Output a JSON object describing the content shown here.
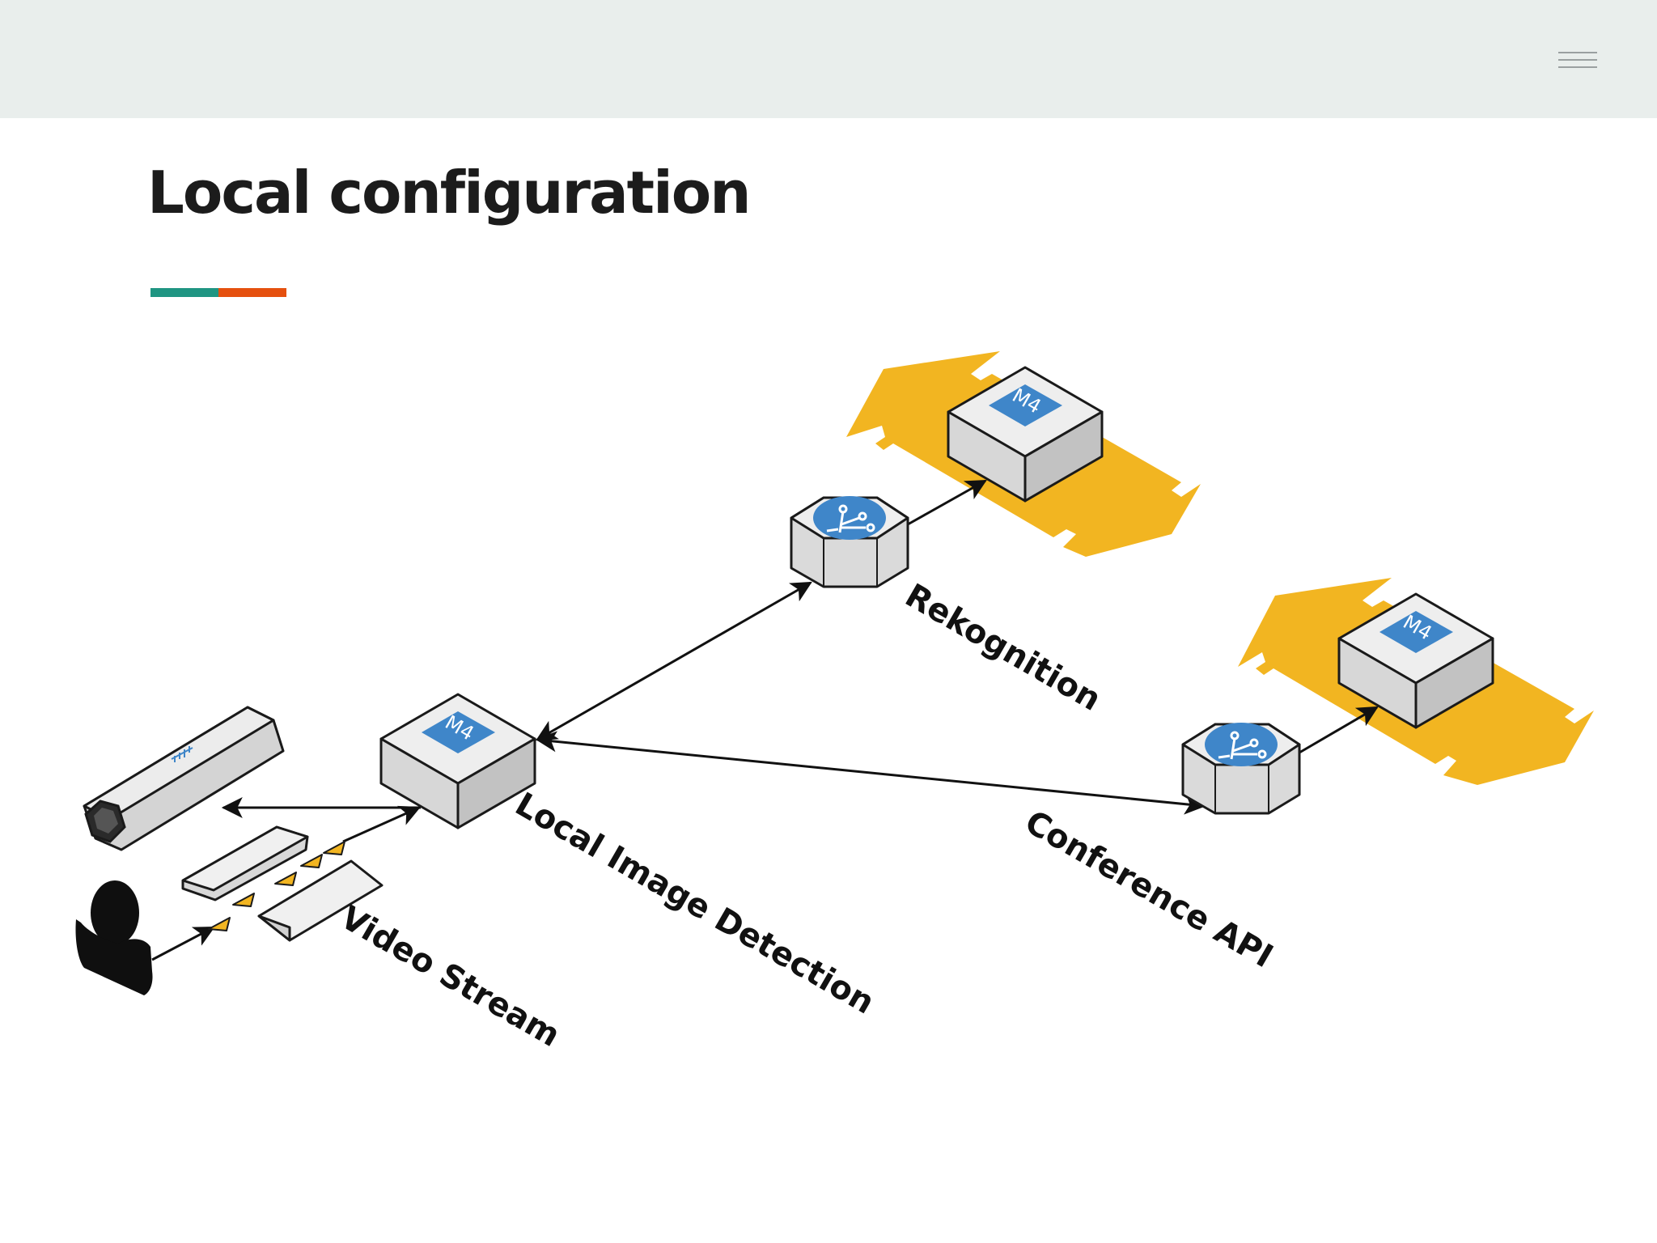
{
  "slide": {
    "title": "Local configuration",
    "accent_colors": [
      "#1f9582",
      "#e5500f"
    ]
  },
  "header": {
    "menu_icon": "hamburger-menu-icon"
  },
  "diagram": {
    "nodes": {
      "local_image_detection": {
        "label": "Local Image Detection",
        "icon": "server-cube-icon",
        "badge": "M4"
      },
      "rekognition": {
        "label": "Rekognition",
        "icon": "api-gateway-icon",
        "server_badge": "M4"
      },
      "conference_api": {
        "label": "Conference API",
        "icon": "api-gateway-icon",
        "server_badge": "M4"
      },
      "video_stream": {
        "label": "Video Stream",
        "icon": "video-stream-icon"
      },
      "camera": {
        "icon": "camera-icon"
      },
      "user": {
        "icon": "user-icon"
      }
    },
    "colors": {
      "cloud_arrows": "#f2b521",
      "badge": "#3f86c9",
      "cube_face": "#e3e3e3",
      "outline": "#1a1a1a"
    }
  }
}
